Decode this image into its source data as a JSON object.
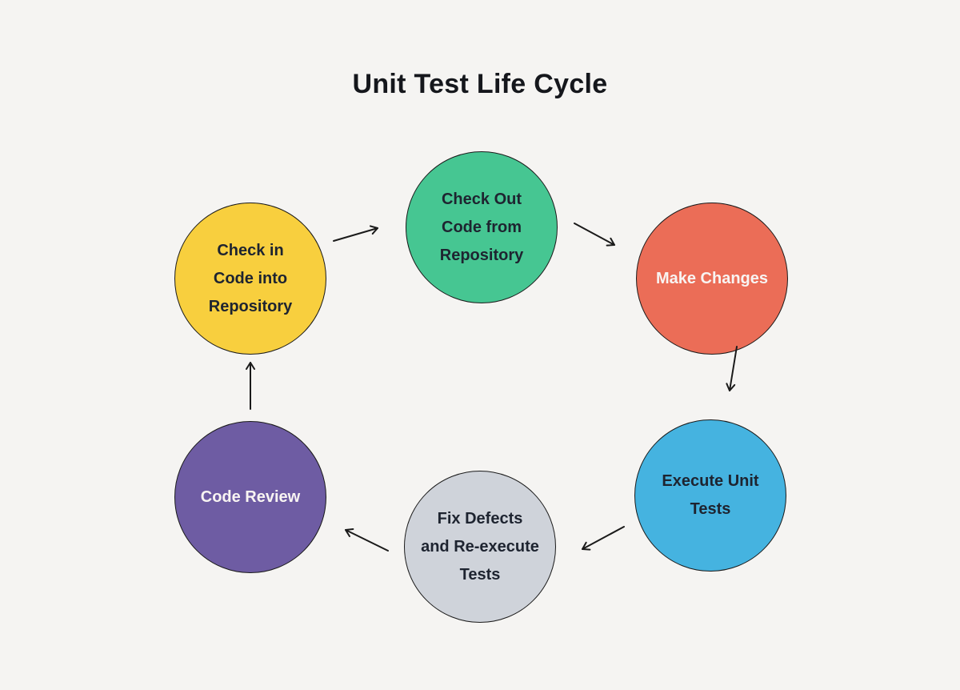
{
  "page": {
    "background_color": "#F5F4F2"
  },
  "header": {
    "title": "Unit Test Life Cycle"
  },
  "diagram": {
    "node_border_color": "#1A1A1A",
    "arrow_color": "#1A1A1A",
    "nodes": [
      {
        "id": "check-out-code",
        "label": "Check Out\nCode from\nRepository",
        "fill": "#46C692",
        "text_color": "#1E2430"
      },
      {
        "id": "make-changes",
        "label": "Make Changes",
        "fill": "#EB6D57",
        "text_color": "#F8F4F2"
      },
      {
        "id": "execute-unit-tests",
        "label": "Execute Unit\nTests",
        "fill": "#45B3E0",
        "text_color": "#1E2430"
      },
      {
        "id": "fix-defects",
        "label": "Fix Defects\nand Re-execute\nTests",
        "fill": "#CFD3DA",
        "text_color": "#1E2430"
      },
      {
        "id": "code-review",
        "label": "Code Review",
        "fill": "#6E5CA3",
        "text_color": "#F8F4F2"
      },
      {
        "id": "check-in-code",
        "label": "Check in\nCode into\nRepository",
        "fill": "#F8CF3E",
        "text_color": "#1E2430"
      }
    ],
    "connections": [
      {
        "from": "check-in-code",
        "to": "check-out-code"
      },
      {
        "from": "check-out-code",
        "to": "make-changes"
      },
      {
        "from": "make-changes",
        "to": "execute-unit-tests"
      },
      {
        "from": "execute-unit-tests",
        "to": "fix-defects"
      },
      {
        "from": "fix-defects",
        "to": "code-review"
      },
      {
        "from": "code-review",
        "to": "check-in-code"
      }
    ]
  }
}
